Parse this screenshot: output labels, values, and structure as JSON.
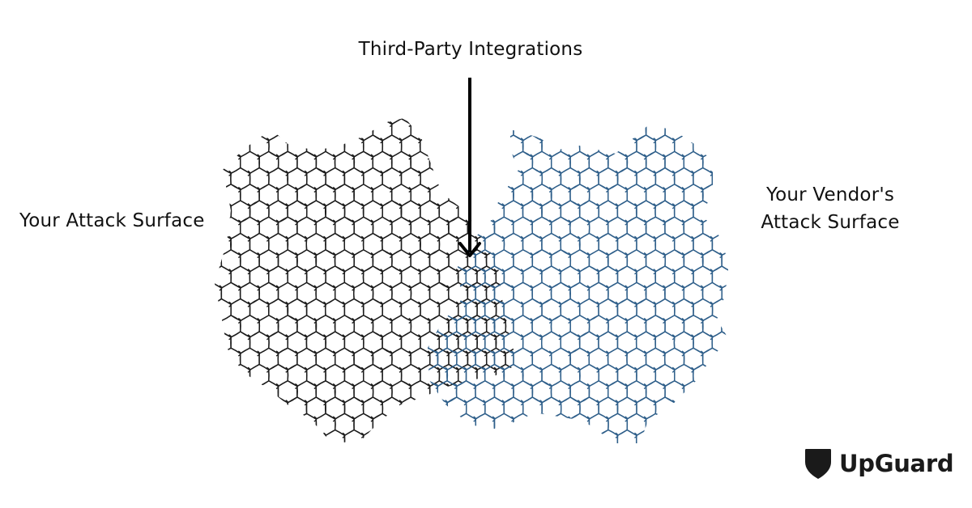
{
  "labels": {
    "top": "Third-Party Integrations",
    "left": "Your Attack Surface",
    "right_line1": "Your Vendor's",
    "right_line2": "Attack Surface"
  },
  "logo": {
    "text": "UpGuard",
    "icon": "upguard-shield-icon"
  },
  "colors": {
    "own_mesh": "#1c1c1c",
    "vendor_mesh": "#2f5f8a",
    "arrow": "#000000",
    "background": "#ffffff"
  },
  "icons": {
    "arrow": "arrow-down-icon",
    "own_mesh": "chain-link-mesh-icon",
    "vendor_mesh": "chain-link-mesh-icon"
  }
}
